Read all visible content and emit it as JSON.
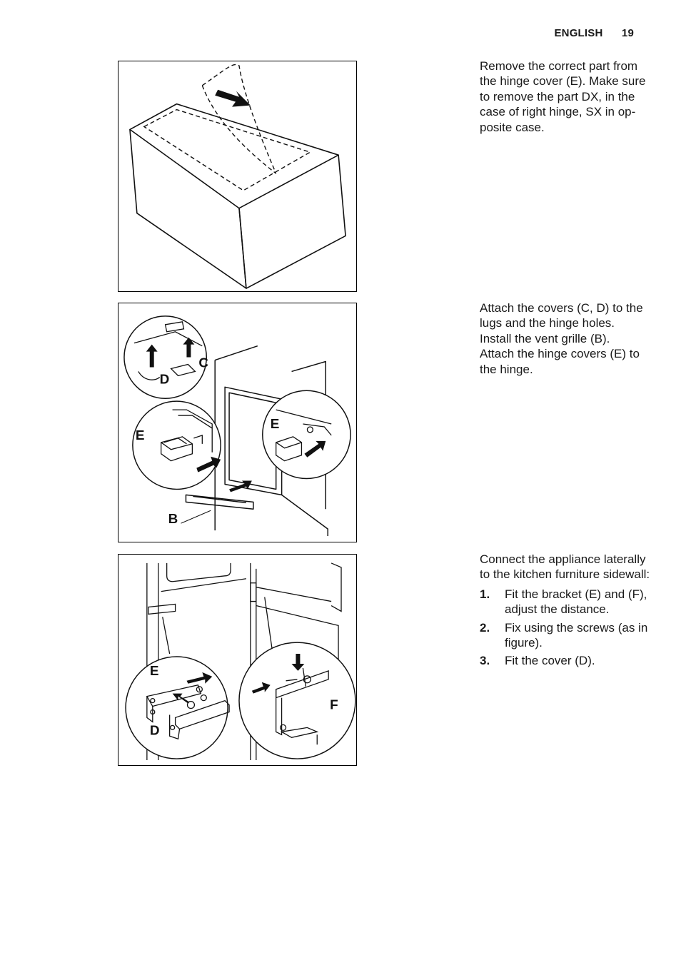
{
  "header": {
    "section": "ENGLISH",
    "page_number": "19"
  },
  "figures": {
    "fig2": {
      "labels": {
        "c": "C",
        "d": "D",
        "e_left": "E",
        "e_right": "E",
        "b": "B"
      }
    },
    "fig3": {
      "labels": {
        "e": "E",
        "d": "D",
        "f": "F"
      }
    }
  },
  "steps": {
    "step1": {
      "text": "Remove the correct part from the hinge cover (E). Make sure to remove the part DX, in the case of right hinge, SX in op-posite case."
    },
    "step2": {
      "line1": "Attach the covers (C, D) to the lugs and the hinge holes.",
      "line2": "Install the vent grille (B).",
      "line3": "Attach the hinge covers (E) to the hinge."
    },
    "step3": {
      "intro": "Connect the appliance laterally to the kitchen furniture sidewall:",
      "items": [
        {
          "num": "1.",
          "text": "Fit the bracket (E) and (F), adjust the distance."
        },
        {
          "num": "2.",
          "text": "Fix using the screws (as in figure)."
        },
        {
          "num": "3.",
          "text": "Fit the cover (D)."
        }
      ]
    }
  }
}
